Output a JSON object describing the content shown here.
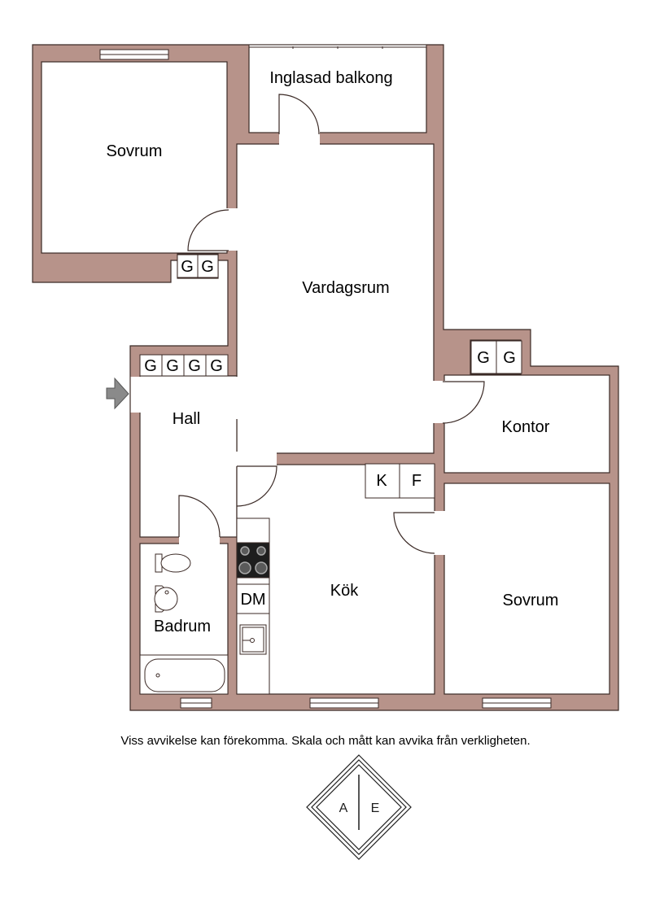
{
  "rooms": {
    "sovrum_1": "Sovrum",
    "balkong": "Inglasad balkong",
    "vardagsrum": "Vardagsrum",
    "hall": "Hall",
    "kontor": "Kontor",
    "kok": "Kök",
    "badrum": "Badrum",
    "sovrum_2": "Sovrum"
  },
  "fixtures": {
    "wardrobe": "G",
    "fridge": "K",
    "freezer": "F",
    "dishwasher": "DM"
  },
  "disclaimer": "Viss avvikelse kan förekomma. Skala och mått kan avvika från verkligheten.",
  "logo": {
    "left_letter": "A",
    "right_letter": "E"
  },
  "colors": {
    "wall": "#b7938a",
    "outline": "#3b2a26",
    "background": "#ffffff"
  }
}
